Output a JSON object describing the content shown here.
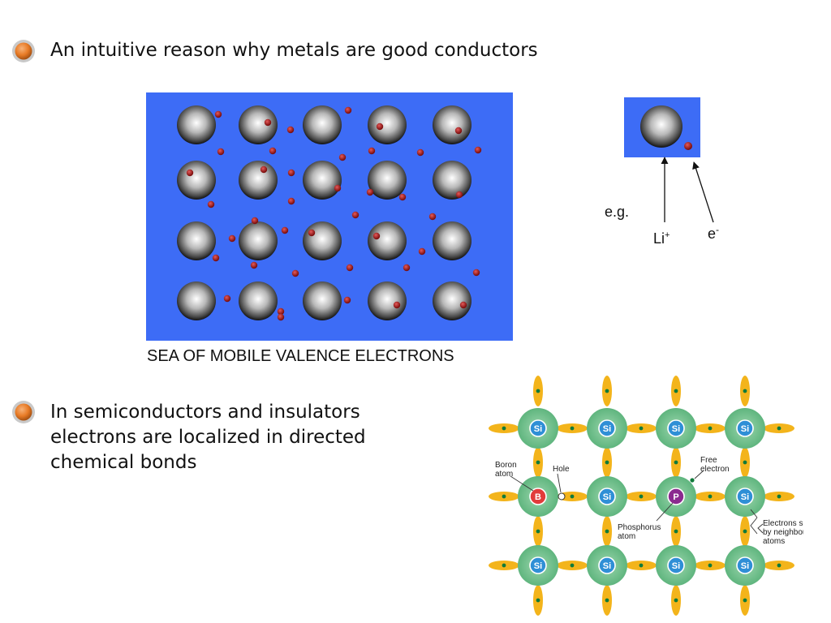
{
  "title": "An intuitive reason why metals are good conductors",
  "metal_caption": "SEA OF MOBILE VALENCE ELECTRONS",
  "example": {
    "eg": "e.g.",
    "ion_symbol": "Li",
    "ion_sup": "+",
    "electron_symbol": "e",
    "electron_sup": "-"
  },
  "semiconductor_text": "In semiconductors and insulators electrons  are localized in directed chemical bonds",
  "lattice": {
    "atom_label": "Si",
    "boron_symbol": "B",
    "phosphorus_symbol": "P",
    "labels": {
      "boron_line1": "Boron",
      "boron_line2": "atom",
      "hole": "Hole",
      "free_line1": "Free",
      "free_line2": "electron",
      "phos_line1": "Phosphorus",
      "phos_line2": "atom",
      "shared_line1": "Electrons shared",
      "shared_line2": "by neighbouring",
      "shared_line3": "atoms"
    }
  },
  "colors": {
    "metal_bg": "#3d6cf6",
    "electron": "#b21a1a",
    "bond": "#f3b41b",
    "halo": "#7ec79a",
    "si_atom": "#2f8fd6",
    "boron": "#e23b3b",
    "phosphorus": "#8b2a8f",
    "shared_electron": "#0f7a3a"
  },
  "icons": [
    "orange-bullet-icon",
    "orange-bullet-icon"
  ]
}
